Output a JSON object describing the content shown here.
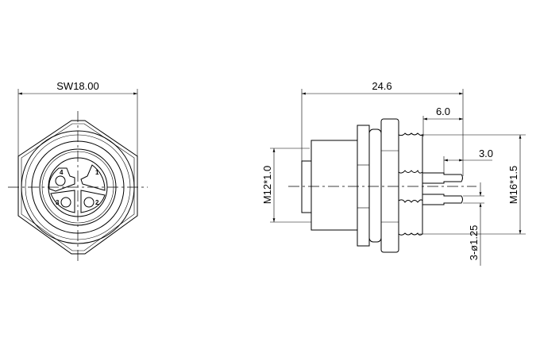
{
  "front_view": {
    "hex_width_label": "SW18.00",
    "pin_labels": [
      "1",
      "2",
      "3",
      "4"
    ]
  },
  "side_view": {
    "overall_length_label": "24.6",
    "thread_length_label": "6.0",
    "pin_length_label": "3.0",
    "rear_thread_label": "M16*1.5",
    "front_thread_label": "M12*1.0",
    "pin_diameter_label": "3-ø1.25"
  }
}
